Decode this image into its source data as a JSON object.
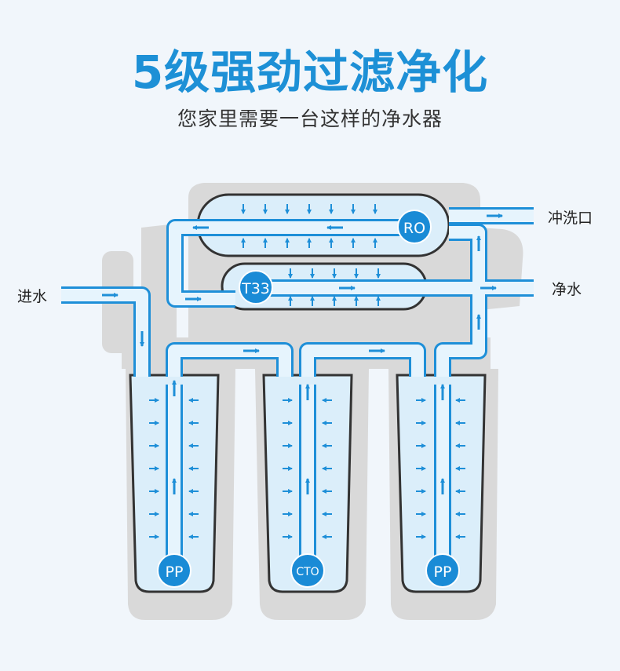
{
  "header": {
    "title": "5级强劲过滤净化",
    "subtitle": "您家里需要一台这样的净水器"
  },
  "labels": {
    "inlet": "进水",
    "flush": "冲洗口",
    "pure": "净水"
  },
  "stages": {
    "ro": "RO",
    "t33": "T33",
    "pp1": "PP",
    "cto": "CTO",
    "pp2": "PP"
  },
  "colors": {
    "accent": "#1d90d6",
    "pipe_fill": "#d4ebf9",
    "arrow": "#1e8fd8",
    "housing": "#d8d8d8",
    "background": "#f1f6fb"
  }
}
